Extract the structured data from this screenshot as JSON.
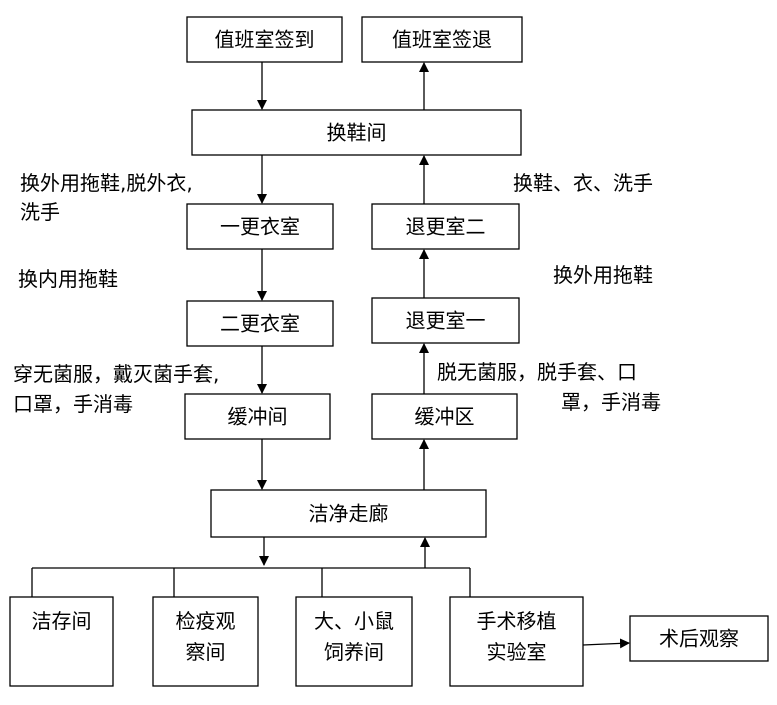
{
  "nodes": {
    "sign_in": "值班室签到",
    "sign_out": "值班室签退",
    "shoe_room": "换鞋间",
    "changing_room_1": "一更衣室",
    "changing_room_2": "二更衣室",
    "exit_changing_room_2": "退更室二",
    "exit_changing_room_1": "退更室一",
    "buffer_room": "缓冲间",
    "buffer_zone": "缓冲区",
    "clean_corridor": "洁净走廊",
    "clean_storage": "洁存间",
    "quarantine_line1": "检疫观",
    "quarantine_line2": "察间",
    "rodent_line1": "大、小鼠",
    "rodent_line2": "饲养间",
    "surgery_line1": "手术移植",
    "surgery_line2": "实验室",
    "post_op": "术后观察"
  },
  "annotations": {
    "enter_step1_line1": "换外用拖鞋,脱外衣,",
    "enter_step1_line2": "洗手",
    "enter_step2": "换内用拖鞋",
    "enter_step3_line1": "穿无菌服，戴灭菌手套,",
    "enter_step3_line2": "口罩，手消毒",
    "exit_step3": "换鞋、衣、洗手",
    "exit_step2": "换外用拖鞋",
    "exit_step1_line1": "脱无菌服，脱手套、口",
    "exit_step1_line2": "罩，手消毒"
  }
}
